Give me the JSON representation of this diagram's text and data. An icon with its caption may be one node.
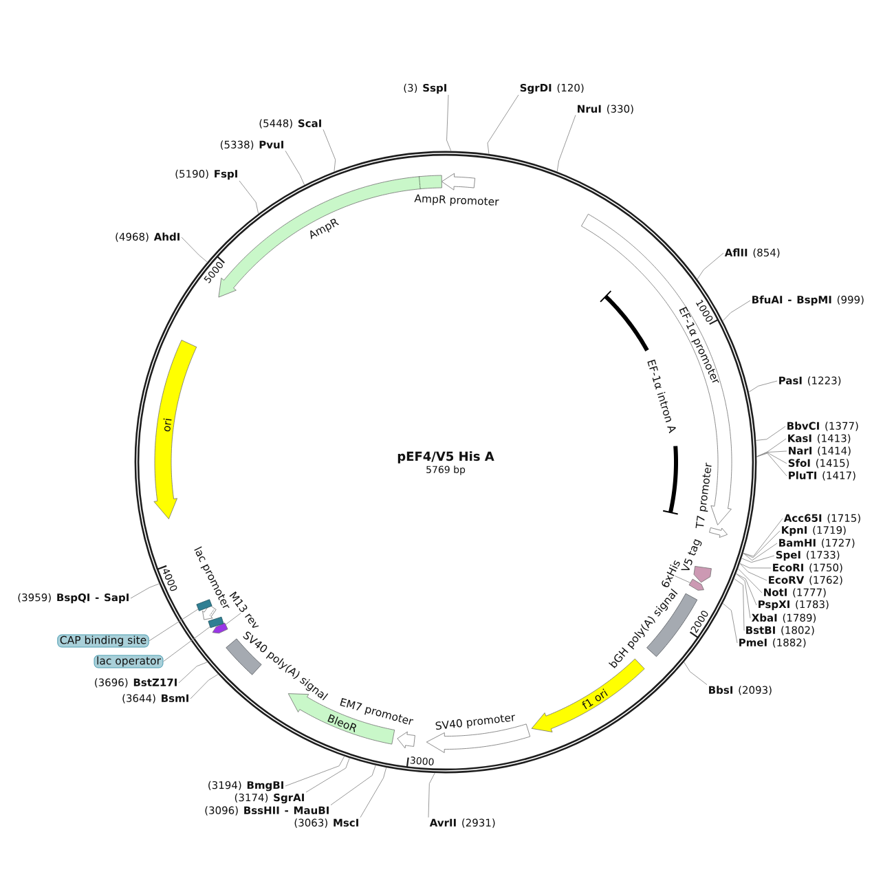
{
  "diagram": {
    "nodes": [
      {
        "text": [
          "pEF4/V5 His A",
          "5769 bp"
        ]
      },
      {
        "text": [
          "AmpR promoter"
        ],
        "in": 0
      },
      {
        "text": [
          "AmpR"
        ],
        "in": 0
      },
      {
        "text": [
          "EF-1α promoter"
        ],
        "in": 0
      },
      {
        "text": [
          "EF-1α intron A"
        ],
        "in": 0
      },
      {
        "text": [
          "T7 promoter"
        ],
        "in": 0
      },
      {
        "text": [
          "V5 tag"
        ],
        "in": 0
      },
      {
        "text": [],
        "shape": "pentagon",
        "in": 0
      },
      {
        "text": [
          "6xHis"
        ],
        "in": 0
      },
      {
        "text": [
          "bGH poly(A) signal"
        ],
        "in": 0
      },
      {
        "text": [
          "f1 ori"
        ],
        "in": 0
      },
      {
        "text": [
          "SV40 promoter"
        ],
        "in": 0
      },
      {
        "text": [
          "EM7 promoter"
        ],
        "in": 0
      },
      {
        "text": [
          "BleoR"
        ],
        "in": 0
      },
      {
        "text": [
          "SV40 poly(A) signal"
        ],
        "in": 0
      },
      {
        "text": [],
        "shape": "pentagon",
        "in": 0
      },
      {
        "text": [
          "M13 rev"
        ],
        "in": 0
      },
      {
        "text": [],
        "shape": "box",
        "in": 0
      },
      {
        "text": [
          "lac promoter"
        ],
        "in": 0
      },
      {
        "text": [],
        "shape": "box",
        "in": 0
      },
      {
        "text": [
          "ori"
        ],
        "in": 0
      },
      {
        "text": [
          "CAP binding site"
        ]
      },
      {
        "text": [
          "lac operator"
        ]
      },
      {
        "text": [
          "(3) **SspI**"
        ]
      },
      {
        "text": [
          "**SgrDI** (120)"
        ]
      },
      {
        "text": [
          "**NruI** (330)"
        ]
      },
      {
        "text": [
          "**AflII** (854)"
        ]
      },
      {
        "text": [
          "**BfuAI - BspMI** (999)"
        ]
      },
      {
        "text": [
          "**PasI** (1223)"
        ]
      },
      {
        "text": [
          "**BbvCI** (1377)"
        ]
      },
      {
        "text": [
          "**KasI** (1413)"
        ]
      },
      {
        "text": [
          "**NarI** (1414)"
        ]
      },
      {
        "text": [
          "**SfoI** (1415)"
        ]
      },
      {
        "text": [
          "**PluTI** (1417)"
        ]
      },
      {
        "text": [
          "**Acc65I** (1715)"
        ]
      },
      {
        "text": [
          "**KpnI** (1719)"
        ]
      },
      {
        "text": [
          "**BamHI** (1727)"
        ]
      },
      {
        "text": [
          "**SpeI** (1733)"
        ]
      },
      {
        "text": [
          "**EcoRI** (1750)"
        ]
      },
      {
        "text": [
          "**EcoRV** (1762)"
        ]
      },
      {
        "text": [
          "**NotI** (1777)"
        ]
      },
      {
        "text": [
          "**PspXI** (1783)"
        ]
      },
      {
        "text": [
          "**XbaI** (1789)"
        ]
      },
      {
        "text": [
          "**BstBI** (1802)"
        ]
      },
      {
        "text": [
          "**PmeI** (1882)"
        ]
      },
      {
        "text": [
          "**BbsI** (2093)"
        ]
      },
      {
        "text": [
          "**AvrII** (2931)"
        ]
      },
      {
        "text": [
          "(3063) **MscI**"
        ]
      },
      {
        "text": [
          "(3096) **BssHII - MauBI**"
        ]
      },
      {
        "text": [
          "(3174) **SgrAI**"
        ]
      },
      {
        "text": [
          "(3194) **BmgBI**"
        ]
      },
      {
        "text": [
          "(3644) **BsmI**"
        ]
      },
      {
        "text": [
          "(3696) **BstZ17I**"
        ]
      },
      {
        "text": [
          "(3959) **BspQI - SapI**"
        ]
      },
      {
        "text": [
          "(4968) **AhdI**"
        ]
      },
      {
        "text": [
          "(5190) **FspI**"
        ]
      },
      {
        "text": [
          "(5338) **PvuI**"
        ]
      },
      {
        "text": [
          "(5448) **ScaI**"
        ]
      }
    ],
    "edges": [
      {
        "from": 8,
        "to": 7,
        "arrow": "none"
      },
      {
        "from": 16,
        "to": 15,
        "arrow": "none"
      },
      {
        "from": 21,
        "to": 19,
        "arrow": "none"
      },
      {
        "from": 22,
        "to": 17,
        "arrow": "none"
      },
      {
        "from": 23,
        "to": 0,
        "arrow": "none"
      },
      {
        "from": 24,
        "to": 0,
        "arrow": "none"
      },
      {
        "from": 25,
        "to": 0,
        "arrow": "none"
      },
      {
        "from": 26,
        "to": 0,
        "arrow": "none"
      },
      {
        "from": 27,
        "to": 0,
        "arrow": "none"
      },
      {
        "from": 28,
        "to": 0,
        "arrow": "none"
      },
      {
        "from": 29,
        "to": 0,
        "arrow": "none"
      },
      {
        "from": 30,
        "to": 0,
        "arrow": "none"
      },
      {
        "from": 31,
        "to": 0,
        "arrow": "none"
      },
      {
        "from": 32,
        "to": 0,
        "arrow": "none"
      },
      {
        "from": 33,
        "to": 0,
        "arrow": "none"
      },
      {
        "from": 34,
        "to": 0,
        "arrow": "none"
      },
      {
        "from": 35,
        "to": 0,
        "arrow": "none"
      },
      {
        "from": 36,
        "to": 0,
        "arrow": "none"
      },
      {
        "from": 37,
        "to": 0,
        "arrow": "none"
      },
      {
        "from": 38,
        "to": 0,
        "arrow": "none"
      },
      {
        "from": 39,
        "to": 0,
        "arrow": "none"
      },
      {
        "from": 40,
        "to": 0,
        "arrow": "none"
      },
      {
        "from": 41,
        "to": 0,
        "arrow": "none"
      },
      {
        "from": 42,
        "to": 0,
        "arrow": "none"
      },
      {
        "from": 43,
        "to": 0,
        "arrow": "none"
      },
      {
        "from": 44,
        "to": 0,
        "arrow": "none"
      },
      {
        "from": 45,
        "to": 0,
        "arrow": "none"
      },
      {
        "from": 46,
        "to": 0,
        "arrow": "none"
      },
      {
        "from": 47,
        "to": 0,
        "arrow": "none"
      },
      {
        "from": 48,
        "to": 0,
        "arrow": "none"
      },
      {
        "from": 49,
        "to": 0,
        "arrow": "none"
      },
      {
        "from": 50,
        "to": 0,
        "arrow": "none"
      },
      {
        "from": 51,
        "to": 0,
        "arrow": "none"
      },
      {
        "from": 52,
        "to": 0,
        "arrow": "none"
      },
      {
        "from": 53,
        "to": 0,
        "arrow": "none"
      },
      {
        "from": 54,
        "to": 0,
        "arrow": "none"
      },
      {
        "from": 55,
        "to": 0,
        "arrow": "none"
      },
      {
        "from": 56,
        "to": 0,
        "arrow": "none"
      },
      {
        "from": 57,
        "to": 0,
        "arrow": "none"
      }
    ],
    "labels": [
      "5000",
      "1000",
      "4000",
      "2000",
      "3000"
    ]
  }
}
